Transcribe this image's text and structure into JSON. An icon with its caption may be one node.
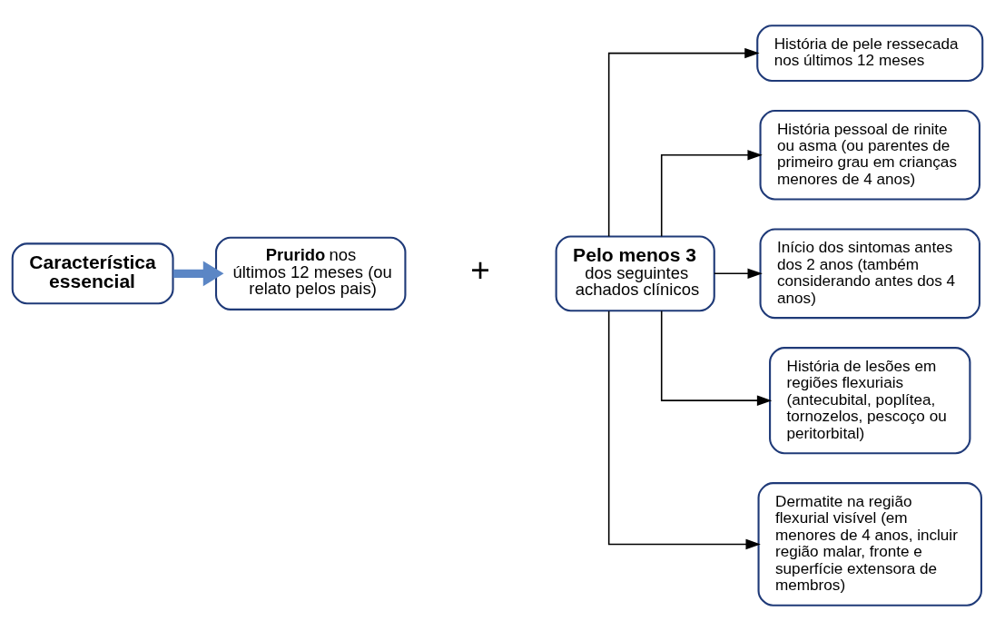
{
  "diagram": {
    "nodes": [
      {
        "text": [
          "Característica essencial"
        ]
      },
      {
        "text": [
          "**Prurido** nos últimos 12 meses (ou relato pelos pais)"
        ]
      },
      {
        "text": [
          "Pelo menos 3",
          "dos seguintes achados clínicos"
        ]
      },
      {
        "text": [
          "História de pele ressecada nos últimos 12 meses"
        ]
      },
      {
        "text": [
          "História pessoal de rinite ou asma (ou parentes de primeiro grau em crianças menores de 4 anos)"
        ]
      },
      {
        "text": [
          "Início dos sintomas antes dos 2 anos (também considerando antes dos 4 anos)"
        ]
      },
      {
        "text": [
          "História de lesões em regiões flexuriais (antecubital, poplítea, tornozelos, pescoço ou peritorbital)"
        ]
      },
      {
        "text": [
          "Dermatite na região flexurial visível (em menores de 4 anos, incluir região malar, fronte e superfície extensora de membros)"
        ]
      }
    ],
    "edges": [
      {
        "from": 0,
        "to": 1,
        "arrow": "to",
        "style": "thick",
        "color": "#5b86c5"
      },
      {
        "from": 2,
        "to": 3,
        "arrow": "to"
      },
      {
        "from": 2,
        "to": 4,
        "arrow": "to"
      },
      {
        "from": 2,
        "to": 5,
        "arrow": "to"
      },
      {
        "from": 2,
        "to": 6,
        "arrow": "to"
      },
      {
        "from": 2,
        "to": 7,
        "arrow": "to"
      }
    ],
    "labels": [
      "+"
    ]
  }
}
